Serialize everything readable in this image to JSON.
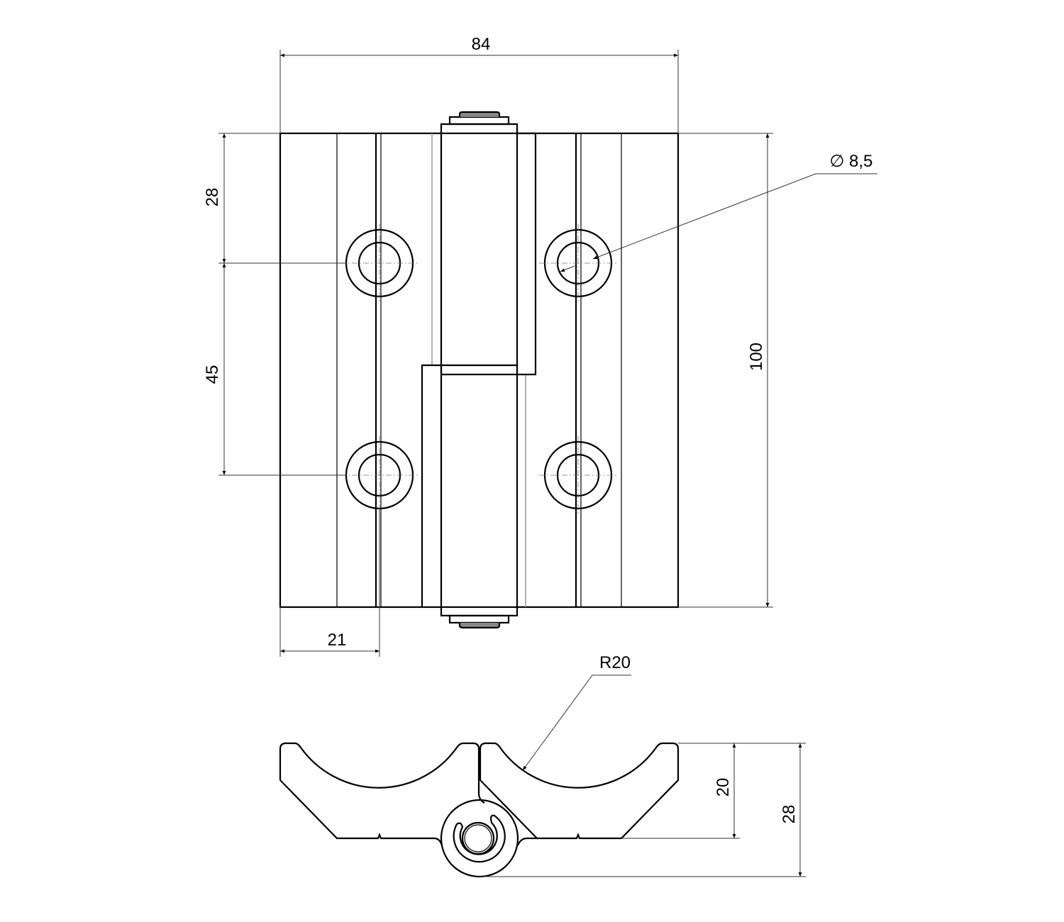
{
  "dimensions": {
    "overall_width": "84",
    "overall_height": "100",
    "top_to_hole": "28",
    "hole_spacing": "45",
    "edge_to_hole_center": "21",
    "hole_diameter": "8,5",
    "hole_diameter_symbol": "∅",
    "cup_radius": "R20",
    "side_height": "20",
    "side_total_height": "28"
  },
  "colors": {
    "line": "#000000",
    "dimension": "#333333"
  }
}
